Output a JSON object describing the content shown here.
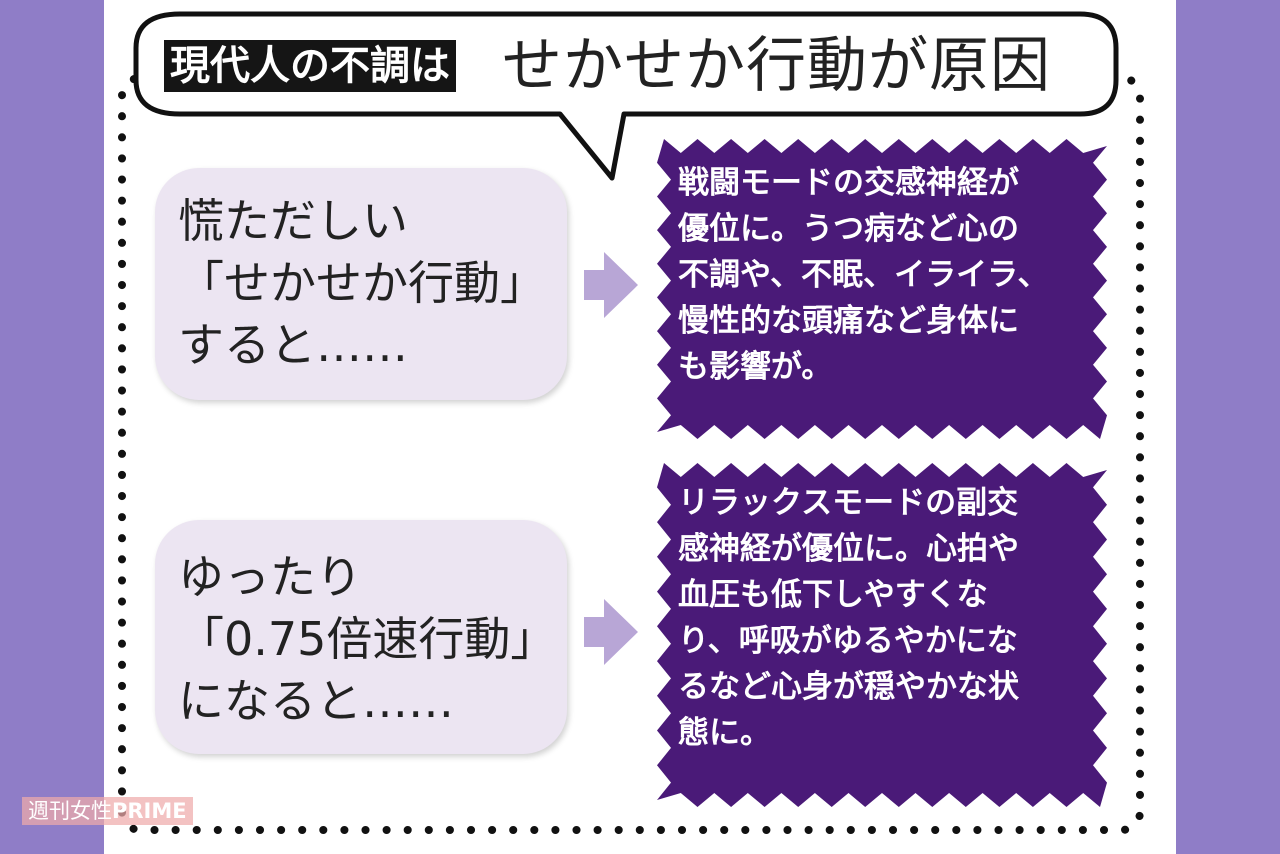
{
  "title": {
    "highlight": "現代人の不調は",
    "rest": "せかせか行動が原因"
  },
  "rows": [
    {
      "condition_lines": [
        "慌ただしい",
        "「せかせか行動」",
        "すると……"
      ],
      "result_lines": [
        "戦闘モードの交感神経が",
        "優位に。うつ病など心の",
        "不調や、不眠、イライラ、",
        "慢性的な頭痛など身体に",
        "も影響が。"
      ]
    },
    {
      "condition_lines": [
        "ゆったり",
        "「0.75倍速行動」",
        "になると……"
      ],
      "result_lines": [
        "リラックスモードの副交",
        "感神経が優位に。心拍や",
        "血圧も低下しやすくな",
        "り、呼吸がゆるやかにな",
        "るなど心身が穏やかな状",
        "態に。"
      ]
    }
  ],
  "watermark": {
    "brand": "週刊女性",
    "suffix": "PRIME"
  },
  "colors": {
    "background": "#8f7dc7",
    "panel": "#ffffff",
    "pill": "#ece5f2",
    "result_box": "#4a1a78",
    "arrow": "#b8a6d6"
  }
}
